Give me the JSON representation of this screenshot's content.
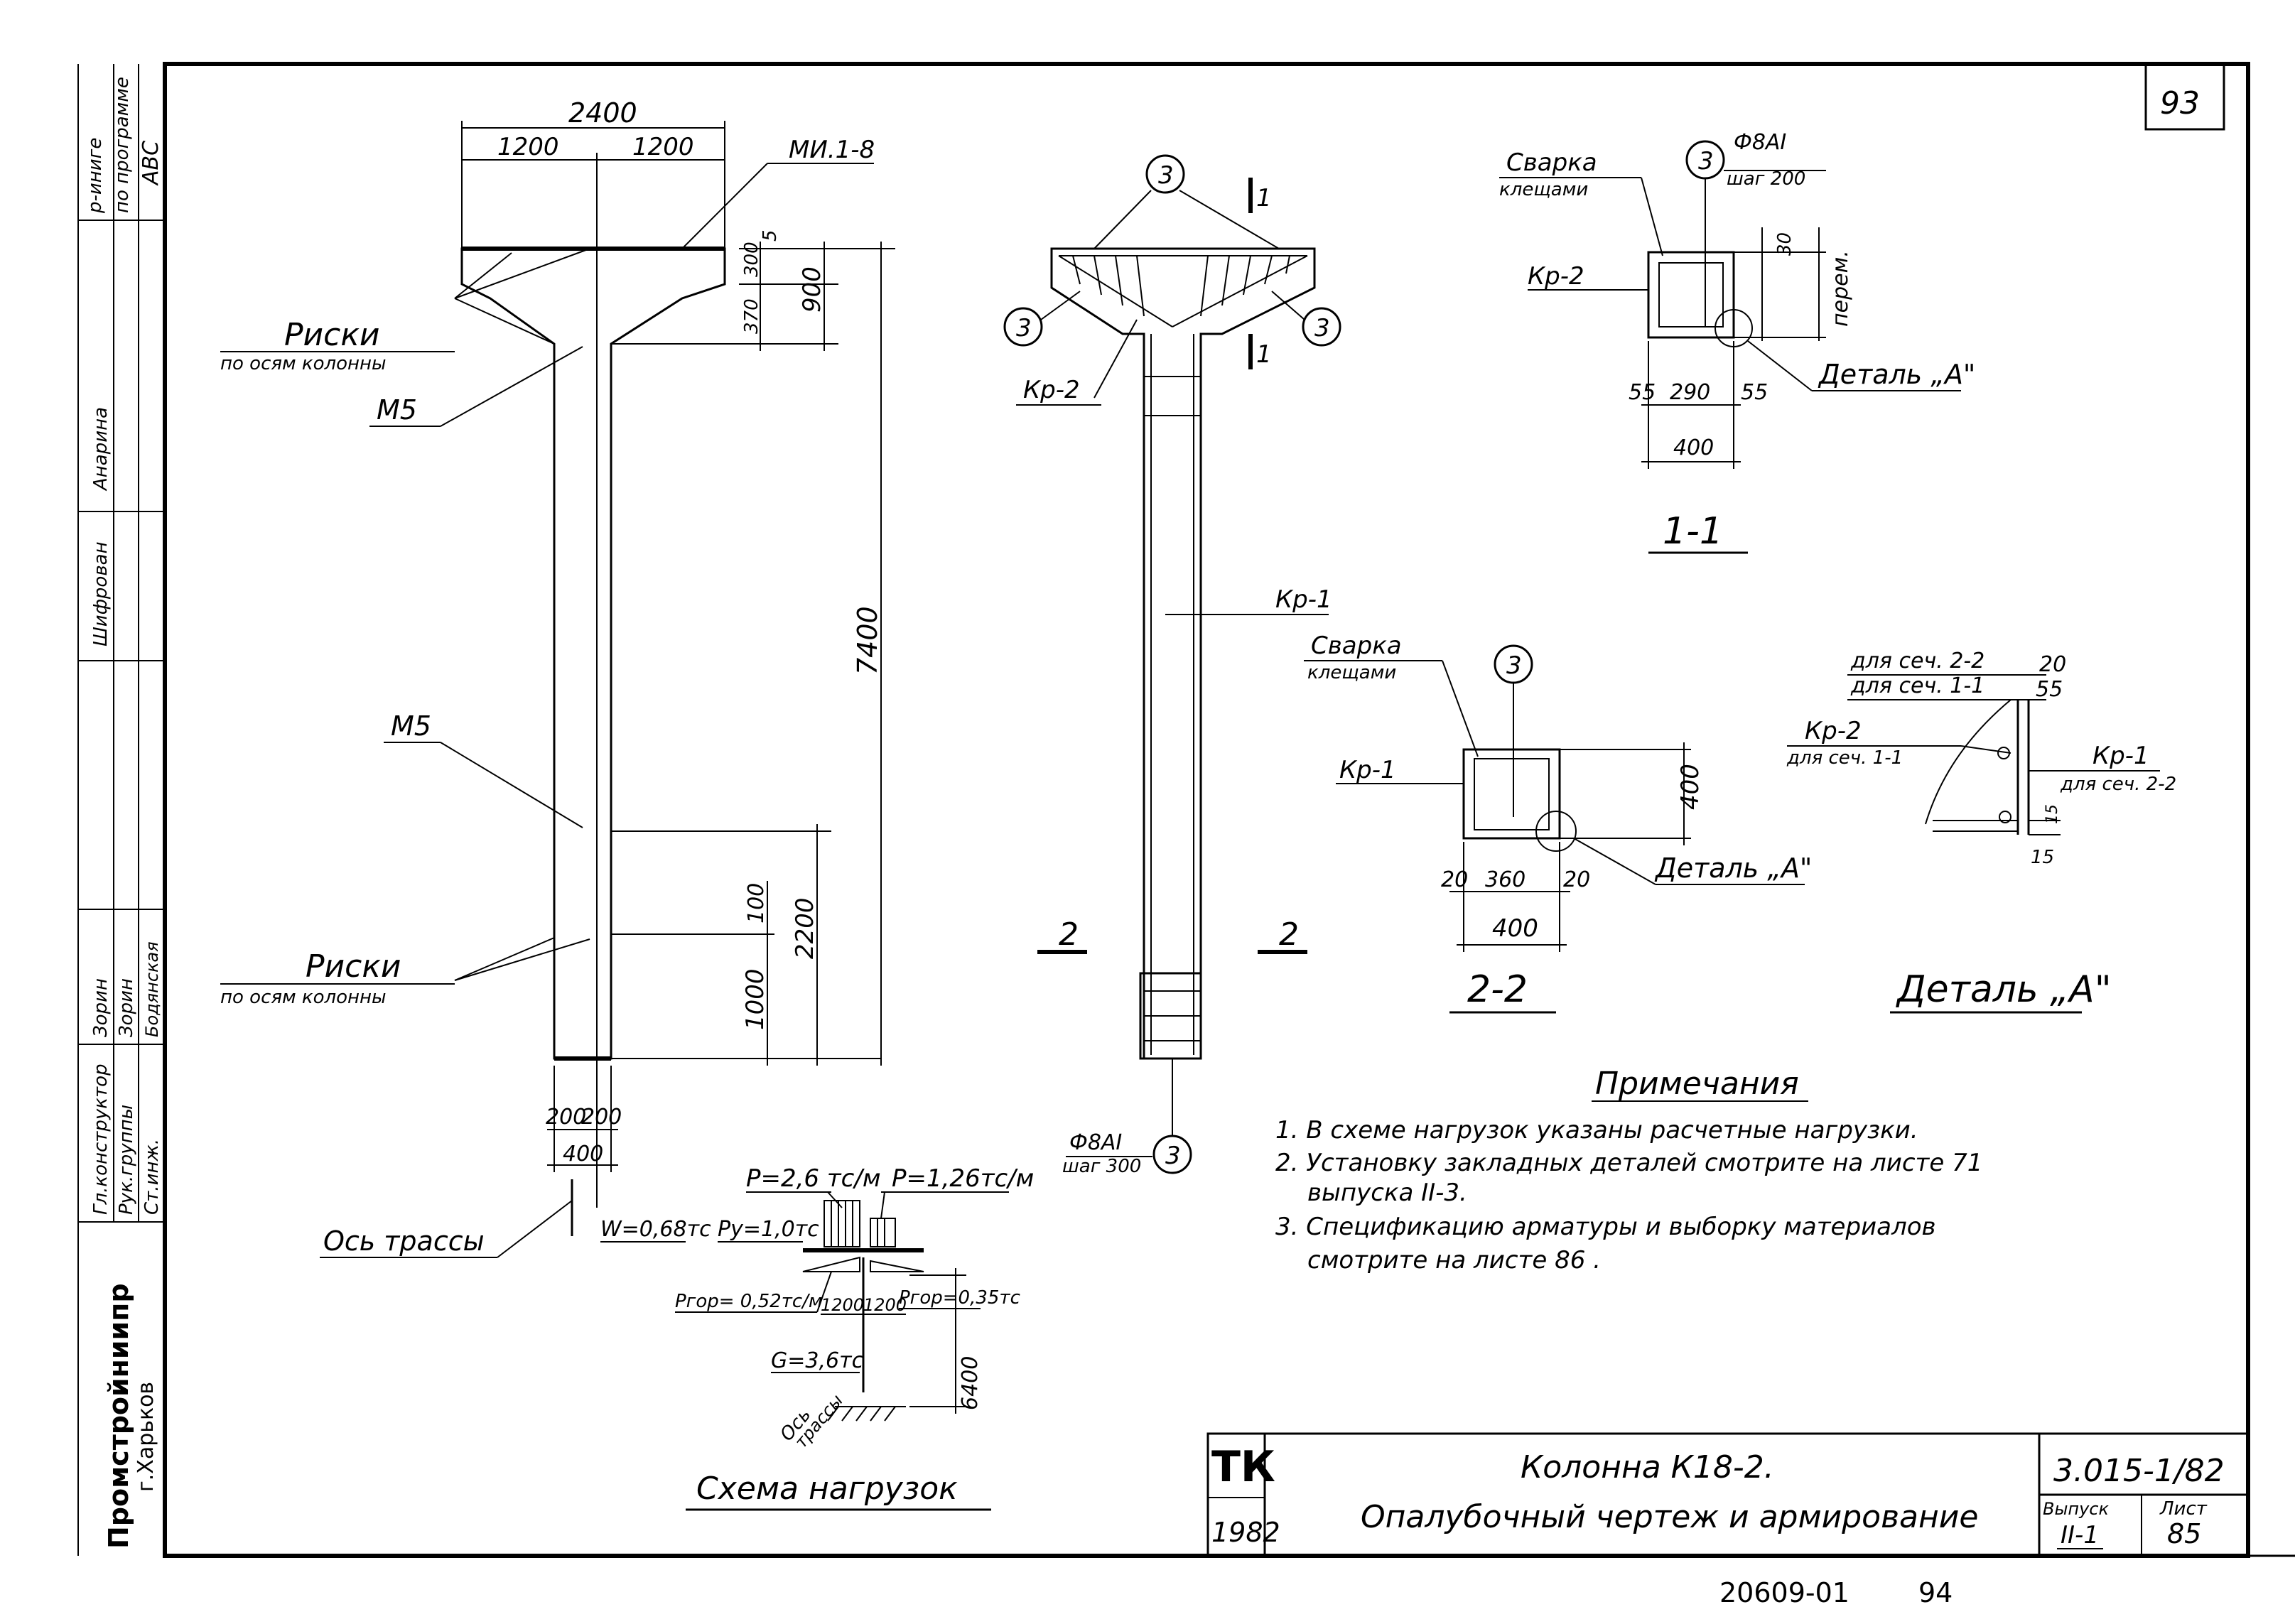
{
  "page_number": "93",
  "stamp": {
    "rows": [
      {
        "role": "Гл.конструктор",
        "name": "Зорин"
      },
      {
        "role": "Рук.группы",
        "name": "Зорин"
      },
      {
        "role": "Ст.инж.",
        "name": "Бодянская"
      }
    ],
    "top_labels": [
      "р-иниге",
      "по программе",
      "АВС",
      "Шифрован",
      "Анарина"
    ],
    "org": "Промстройниипр",
    "city": "г.Харьков"
  },
  "formwork": {
    "dim_total": "2400",
    "dim_left": "1200",
    "dim_right": "1200",
    "embedded_top": "МИ.1-8",
    "dim_5": "5",
    "dim_300": "300",
    "dim_370": "370",
    "dim_900": "900",
    "dim_7400": "7400",
    "dim_2200": "2200",
    "dim_1000": "1000",
    "dim_100": "100",
    "dim_200a": "200",
    "dim_200b": "200",
    "dim_400": "400",
    "marks_1": "Риски",
    "marks_1_sub": "по осям колонны",
    "marks_2": "Риски",
    "marks_2_sub": "по осям колонны",
    "m5_top": "М5",
    "m5_bottom": "М5",
    "route_axis": "Ось трассы"
  },
  "reinforcement": {
    "pos3": "3",
    "section_mark": "1",
    "kr2": "Кр-2",
    "kr1": "Кр-1",
    "sec2_left": "2",
    "sec2_right": "2",
    "bar": "Ф8АI",
    "step": "шаг 300"
  },
  "section_1_1": {
    "weld": "Сварка",
    "weld_sub": "клещами",
    "pos3": "3",
    "bar": "Ф8АI",
    "step": "шаг 200",
    "kr2": "Кр-2",
    "dim_30": "30",
    "var": "перем.",
    "dim_55a": "55",
    "dim_290": "290",
    "dim_55b": "55",
    "dim_400": "400",
    "detail": "Деталь „А\"",
    "title": "1-1"
  },
  "section_2_2": {
    "weld": "Сварка",
    "weld_sub": "клещами",
    "pos3": "3",
    "kr1": "Кр-1",
    "dim_400v": "400",
    "dim_20a": "20",
    "dim_360": "360",
    "dim_20b": "20",
    "dim_400": "400",
    "detail": "Деталь „А\"",
    "title": "2-2"
  },
  "detail_a": {
    "for_22": "для сеч. 2-2",
    "for_11": "для сеч. 1-1",
    "dim_20": "20",
    "dim_55": "55",
    "kr2": "Кр-2",
    "kr2_sub": "для сеч. 1-1",
    "kr1": "Кр-1",
    "kr1_sub": "для сеч. 2-2",
    "dim_15a": "15",
    "dim_15b": "15",
    "title": "Деталь „А\""
  },
  "load_scheme": {
    "p_left": "P=2,6 тс/м",
    "p_right": "P=1,26тс/м",
    "w": "W=0,68тс",
    "py": "Py=1,0тс",
    "phor_left": "Pгор= 0,52тс/м",
    "d1200a": "1200",
    "d1200b": "1200",
    "phor_right": "Pгор=0,35тс",
    "g": "G=3,6тс",
    "axis": "Ось",
    "axis_sub": "трассы",
    "h6400": "6400",
    "title": "Схема нагрузок"
  },
  "notes": {
    "heading": "Примечания",
    "items": [
      "1. В схеме нагрузок указаны расчетные нагрузки.",
      "2. Установку закладных деталей смотрите на листе 71",
      "выпуска II-3.",
      "3. Спецификацию арматуры и выборку материалов",
      "смотрите на листе 86 ."
    ]
  },
  "title_block": {
    "logo": "ТК",
    "year": "1982",
    "title_1": "Колонна К18-2.",
    "title_2": "Опалубочный чертеж и армирование",
    "code": "3.015-1/82",
    "issue_label": "Выпуск",
    "issue": "II-1",
    "sheet_label": "Лист",
    "sheet": "85"
  },
  "footer": {
    "inv": "20609-01",
    "page": "94"
  }
}
